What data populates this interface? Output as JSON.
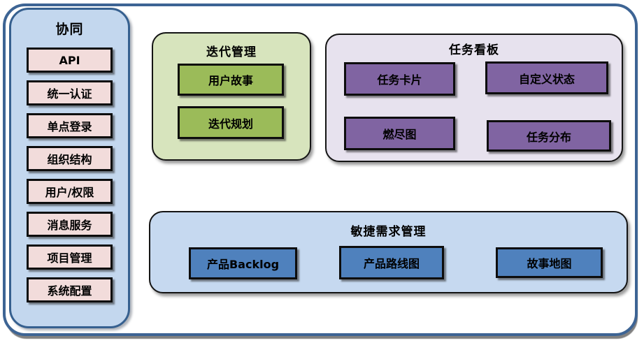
{
  "colors": {
    "frame_border": "#3d6494",
    "sidebar_bg": "#c3d7ee",
    "sidebar_border": "#36608f",
    "sidebar_item_bg": "#f2dcdb",
    "iteration_bg": "#d7e4bd",
    "iteration_item_bg": "#9bbb59",
    "taskboard_bg": "#e7e2ee",
    "taskboard_item_bg": "#8064a2",
    "requirements_bg": "#c6d9f0",
    "requirements_item_bg": "#4f81bd",
    "item_border": "#0d0d0d",
    "text": "#000000"
  },
  "sidebar": {
    "title": "协同",
    "items": [
      "API",
      "统一认证",
      "单点登录",
      "组织结构",
      "用户/权限",
      "消息服务",
      "项目管理",
      "系统配置"
    ]
  },
  "iteration": {
    "title": "迭代管理",
    "items": [
      "用户故事",
      "迭代规划"
    ]
  },
  "taskboard": {
    "title": "任务看板",
    "items": [
      "任务卡片",
      "自定义状态",
      "燃尽图",
      "任务分布"
    ]
  },
  "requirements": {
    "title": "敏捷需求管理",
    "items": [
      "产品Backlog",
      "产品路线图",
      "故事地图"
    ]
  }
}
